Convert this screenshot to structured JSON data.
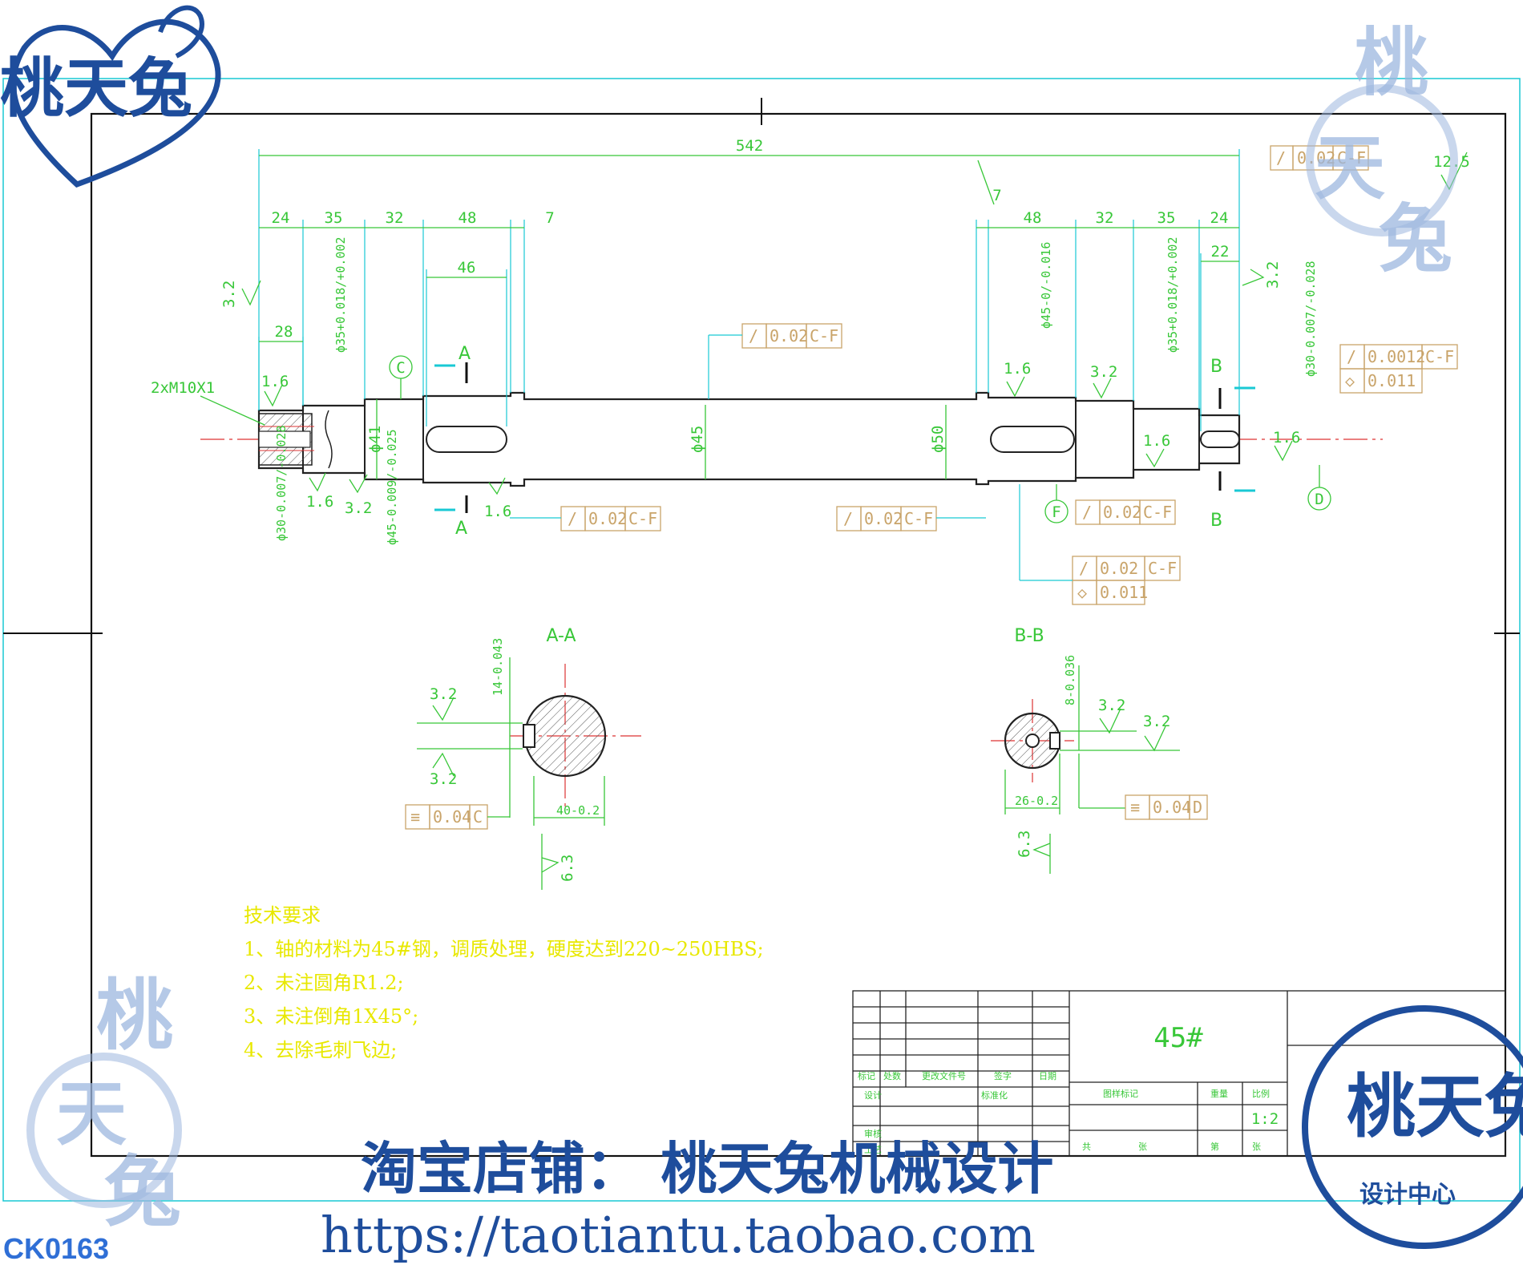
{
  "drawing": {
    "code": "CK0163",
    "material_title": "45#",
    "scale": "1:2"
  },
  "watermarks": {
    "brand_top": "桃天兔",
    "brand_pale_1": "桃",
    "brand_pale_2": "天",
    "brand_pale_3": "兔",
    "stamp_main": "桃天兔",
    "stamp_sub": "设计中心",
    "shop_line": "淘宝店铺：  桃天兔机械设计",
    "url_line": "https://taotiantu.taobao.com"
  },
  "dimensions": {
    "overall": "542",
    "left_segments": [
      "24",
      "35",
      "32",
      "48",
      "7"
    ],
    "right_segments": [
      "7",
      "48",
      "32",
      "35",
      "24"
    ],
    "keyway_left": "46",
    "keyway_right_end": "22",
    "left_stub": "28",
    "thread": "2xM10X1",
    "d45_mid": "ϕ45",
    "d50": "ϕ50",
    "d41": "ϕ41",
    "d35_left": "ϕ35+0.018/+0.002",
    "d35_right": "ϕ35+0.018/+0.002",
    "d45_tol_right": "ϕ45-0/-0.016",
    "d30_left": "ϕ30-0.007/-0.028",
    "d30_right": "ϕ30-0.007/-0.028",
    "d45_tol_left": "ϕ45-0.009/-0.025"
  },
  "roughness": {
    "r32": "3.2",
    "r16": "1.6",
    "r125": "12.5",
    "r63": "6.3"
  },
  "tolerance_frames": {
    "runout": "0.02",
    "runout_fine": "0.0012",
    "datum_cf": "C-F",
    "cyl": "0.011",
    "sym": "0.04",
    "datum_c": "C",
    "datum_d": "D"
  },
  "datums": {
    "c": "C",
    "d": "D",
    "f": "F",
    "a": "A",
    "b": "B"
  },
  "sections": {
    "aa": "A-A",
    "bb": "B-B",
    "aa_key_width": "14-0.043",
    "aa_depth": "40-0.2",
    "bb_key_width": "8-0.036",
    "bb_depth": "26-0.2"
  },
  "technical_requirements": {
    "title": "技术要求",
    "items": [
      "1、轴的材料为45#钢，调质处理，硬度达到220~250HBS;",
      "2、未注圆角R1.2;",
      "3、未注倒角1X45°;",
      "4、去除毛刺飞边;"
    ]
  },
  "title_block": {
    "h_mark": "标记",
    "h_count": "处数",
    "h_change": "更改文件号",
    "h_sign": "签字",
    "h_date": "日期",
    "h_design": "设计",
    "h_std": "标准化",
    "h_check": "审核",
    "h_process": "工艺",
    "h_stage": "图样标记",
    "h_weight": "重量",
    "h_scale": "比例",
    "h_sheet": "共",
    "h_page": "张",
    "h_unit": "第",
    "h_zhang": "张"
  },
  "colors": {
    "dimension": "#38c738",
    "construction": "#19c9d4",
    "tolerance": "#c9a46a",
    "requirements": "#e8e800",
    "watermark": "#1e4d9c"
  }
}
